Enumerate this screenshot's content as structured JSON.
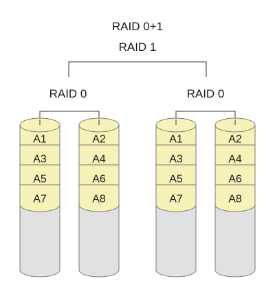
{
  "title_top": "RAID 0+1",
  "title_mirror": "RAID 1",
  "groups": [
    {
      "label": "RAID 0",
      "disks": [
        {
          "blocks": [
            "A1",
            "A3",
            "A5",
            "A7"
          ]
        },
        {
          "blocks": [
            "A2",
            "A4",
            "A6",
            "A8"
          ]
        }
      ]
    },
    {
      "label": "RAID 0",
      "disks": [
        {
          "blocks": [
            "A1",
            "A3",
            "A5",
            "A7"
          ]
        },
        {
          "blocks": [
            "A2",
            "A4",
            "A6",
            "A8"
          ]
        }
      ]
    }
  ],
  "colors": {
    "block_fill": "#f7f3b8",
    "empty_fill": "#e1e1e1",
    "stroke": "#7a7a7a",
    "line": "#333333",
    "text": "#1a1a1a"
  }
}
